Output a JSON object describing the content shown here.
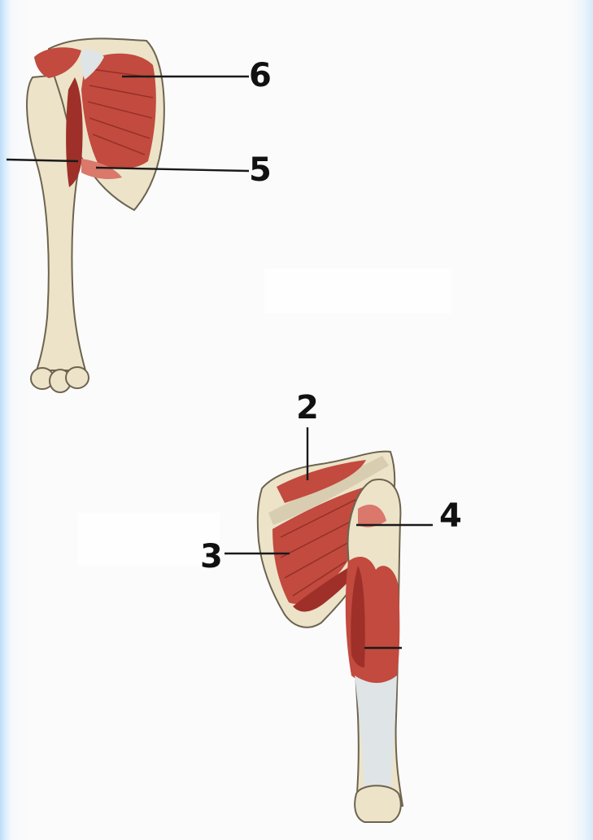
{
  "labels": {
    "top_upper": "6",
    "top_lower": "5",
    "bottom_top": "2",
    "bottom_right": "4",
    "bottom_left": "3"
  },
  "colors": {
    "background": "#fbfbfb",
    "frame_blue": "#bfe0fa",
    "muscle": "#c24a3e",
    "bone": "#ece3c9"
  }
}
